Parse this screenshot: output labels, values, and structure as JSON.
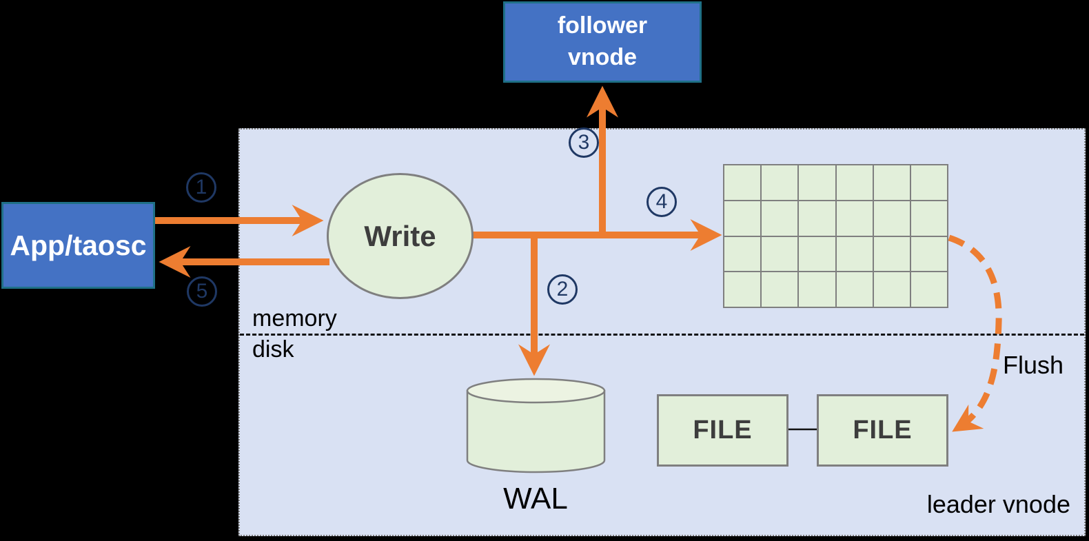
{
  "nodes": {
    "follower_vnode": {
      "lines": [
        "follower",
        "vnode"
      ]
    },
    "app": {
      "label": "App/taosc"
    },
    "write": {
      "label": "Write"
    },
    "wal": {
      "label": "WAL"
    },
    "file1": {
      "label": "FILE"
    },
    "file2": {
      "label": "FILE"
    }
  },
  "labels": {
    "memory": "memory",
    "disk": "disk",
    "flush": "Flush",
    "leader_vnode": "leader vnode"
  },
  "steps": {
    "s1": "1",
    "s2": "2",
    "s3": "3",
    "s4": "4",
    "s5": "5"
  },
  "grid": {
    "rows": 4,
    "cols": 6
  },
  "colors": {
    "background": "#000000",
    "panel_fill": "#D9E1F3",
    "box_blue": "#4472C4",
    "box_border_teal": "#1F7087",
    "shape_green": "#E2EFDA",
    "shape_border_gray": "#7f7f7f",
    "arrow_orange": "#ED7D31",
    "step_navy": "#1F3864",
    "text_black": "#000000"
  }
}
